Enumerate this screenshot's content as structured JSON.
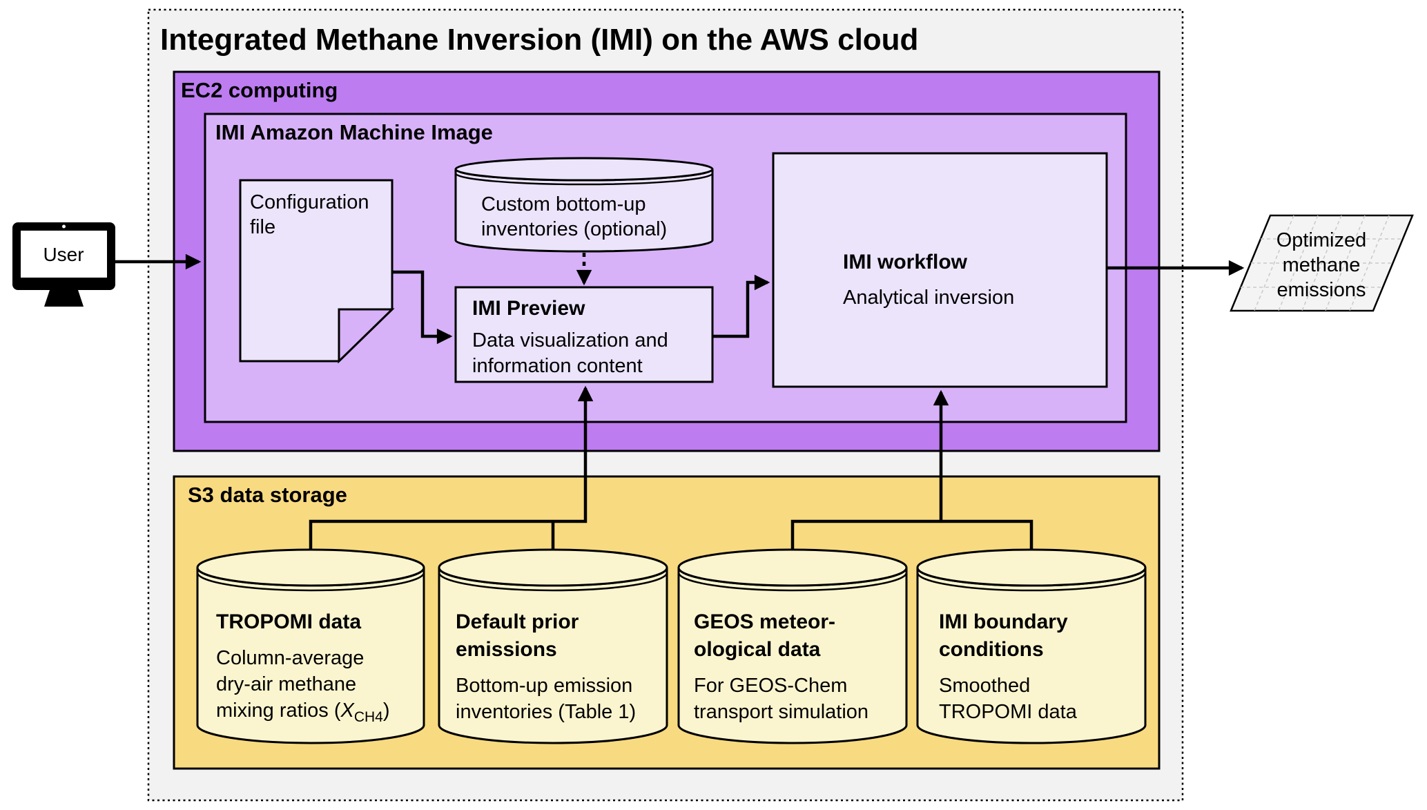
{
  "title": "Integrated Methane Inversion (IMI) on the AWS cloud",
  "user": {
    "label": "User"
  },
  "ec2": {
    "label": "EC2 computing"
  },
  "ami": {
    "label": "IMI Amazon Machine Image"
  },
  "config_file": {
    "line1": "Configuration",
    "line2": "file"
  },
  "custom_inventories": {
    "line1": "Custom bottom-up",
    "line2": "inventories (optional)"
  },
  "imi_preview": {
    "title": "IMI Preview",
    "line1": "Data visualization and",
    "line2": "information content"
  },
  "imi_workflow": {
    "title": "IMI workflow",
    "subtitle": "Analytical inversion"
  },
  "output": {
    "line1": "Optimized",
    "line2": "methane",
    "line3": "emissions"
  },
  "s3": {
    "label": "S3 data storage"
  },
  "cylinders": {
    "tropomi": {
      "title": "TROPOMI data",
      "line1": "Column-average",
      "line2": "dry-air methane",
      "line3_pre": "mixing ratios (",
      "line3_x": "X",
      "line3_sub": "CH4",
      "line3_post": ")"
    },
    "prior": {
      "title1": "Default prior",
      "title2": "emissions",
      "line1": "Bottom-up emission",
      "line2": "inventories (Table 1)"
    },
    "geos": {
      "title1": "GEOS meteor-",
      "title2": "ological data",
      "line1": "For GEOS-Chem",
      "line2": "transport simulation"
    },
    "boundary": {
      "title1": "IMI boundary",
      "title2": "conditions",
      "line1": "Smoothed",
      "line2": "TROPOMI data"
    }
  },
  "colors": {
    "canvas": "#f2f2f2",
    "ec2": "#bd7cf0",
    "ami": "#d7b2f8",
    "box": "#ece4fb",
    "s3": "#f8da81",
    "cylinder": "#fbf5cf",
    "output_fill": "#f4f4f4",
    "grid": "#c9c9c9",
    "stroke": "#000000"
  }
}
